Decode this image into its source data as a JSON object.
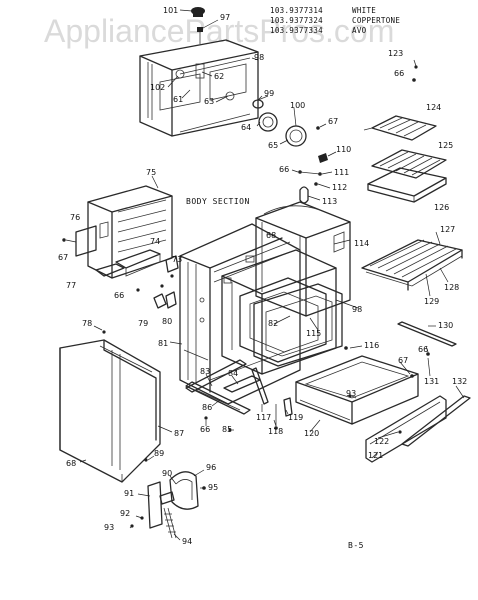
{
  "watermark": "AppliancePartsPros.com",
  "model_list": [
    {
      "model": "103.9377314",
      "color": "WHITE"
    },
    {
      "model": "103.9377324",
      "color": "COPPERTONE"
    },
    {
      "model": "103.9377334",
      "color": "AVO"
    }
  ],
  "section_title": "BODY SECTION",
  "page_ref": "B-5",
  "callouts": {
    "c101": "101",
    "c97": "97",
    "c98a": "98",
    "c102": "102",
    "c61": "61",
    "c62": "62",
    "c63": "63",
    "c99": "99",
    "c100": "100",
    "c64": "64",
    "c65": "65",
    "c67a": "67",
    "c123": "123",
    "c66a": "66",
    "c124": "124",
    "c125": "125",
    "c126": "126",
    "c110": "110",
    "c66b": "66",
    "c111": "111",
    "c112": "112",
    "c113": "113",
    "c75": "75",
    "c76": "76",
    "c67b": "67",
    "c77": "77",
    "c74": "74",
    "c73": "73",
    "c66c": "66",
    "c79": "79",
    "c80": "80",
    "c68a": "68",
    "c114": "114",
    "c127": "127",
    "c128": "128",
    "c129": "129",
    "c98b": "98",
    "c82": "82",
    "c115": "115",
    "c81": "81",
    "c78": "78",
    "c130": "130",
    "c116": "116",
    "c66d": "66",
    "c67c": "67",
    "c131": "131",
    "c83": "83",
    "c84": "84",
    "c86": "86",
    "c66e": "66",
    "c117": "117",
    "c119": "119",
    "c118": "118",
    "c93a": "93",
    "c132": "132",
    "c85": "85",
    "c120": "120",
    "c87": "87",
    "c122": "122",
    "c121": "121",
    "c68b": "68",
    "c89": "89",
    "c90": "90",
    "c96": "96",
    "c95": "95",
    "c91": "91",
    "c92": "92",
    "c93b": "93",
    "c94": "94"
  }
}
